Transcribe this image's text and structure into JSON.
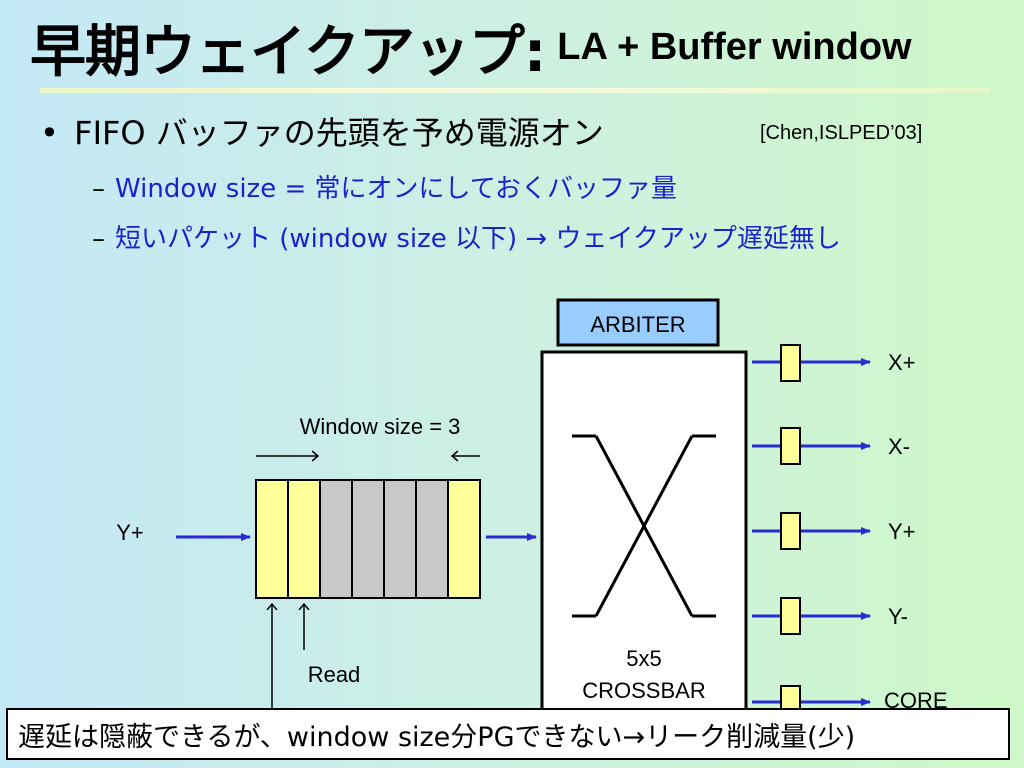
{
  "title": {
    "jp": "早期ウェイクアップ:",
    "en": "LA + Buffer window"
  },
  "bullet": {
    "marker": "•",
    "text": "FIFO バッファの先頭を予め電源オン",
    "citation": "[Chen,ISLPED’03]"
  },
  "subbullets": [
    {
      "dash": "–",
      "text": "Window size = 常にオンにしておくバッファ量"
    },
    {
      "dash": "–",
      "text": "短いパケット (window size 以下) → ウェイクアップ遅延無し"
    }
  ],
  "diagram": {
    "arbiter": "ARBITER",
    "crossbar": [
      "5x5",
      "CROSSBAR"
    ],
    "window_label": "Window size = 3",
    "input_label": "Y+",
    "read_label": "Read",
    "outputs": [
      "X+",
      "X-",
      "Y+",
      "Y-",
      "CORE"
    ],
    "buffer_slots": [
      "on",
      "on",
      "off",
      "off",
      "off",
      "off",
      "on"
    ],
    "colors": {
      "on": "#ffff99",
      "off": "#c8c8c8",
      "arrow": "#2a2ad4",
      "arbiter": "#99ccff"
    }
  },
  "footer_note": "遅延は隠蔽できるが、window size分PGできない→リーク削減量(少)"
}
